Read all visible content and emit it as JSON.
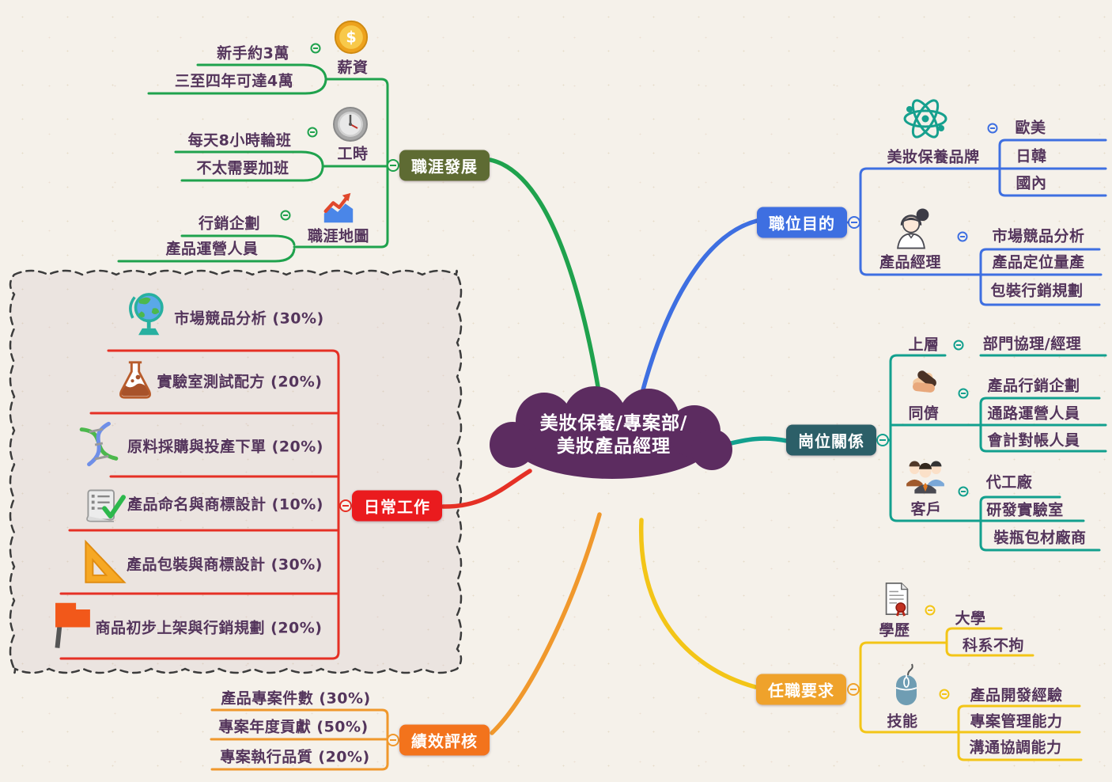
{
  "center": {
    "title_line1": "美妝保養/專案部/",
    "title_line2": "美妝產品經理",
    "color": "#5c2c60"
  },
  "branches": {
    "career": {
      "label": "職涯發展",
      "box_color": "#5e6b33",
      "line_color": "#1fa24d",
      "topics": {
        "salary": {
          "label": "薪資",
          "icon": "coin-icon",
          "children": [
            "新手約3萬",
            "三至四年可達4萬"
          ]
        },
        "hours": {
          "label": "工時",
          "icon": "clock-icon",
          "children": [
            "每天8小時輪班",
            "不太需要加班"
          ]
        },
        "map": {
          "label": "職涯地圖",
          "icon": "career-chart-icon",
          "children": [
            "行銷企劃",
            "產品運營人員"
          ]
        }
      }
    },
    "purpose": {
      "label": "職位目的",
      "box_color": "#3e6fe1",
      "line_color": "#3e6fe1",
      "topics": {
        "brand": {
          "label": "美妝保養品牌",
          "icon": "atom-icon",
          "children": [
            "歐美",
            "日韓",
            "國內"
          ]
        },
        "pm": {
          "label": "產品經理",
          "icon": "product-manager-avatar-icon",
          "children": [
            "市場競品分析",
            "產品定位量產",
            "包裝行銷規劃"
          ]
        }
      }
    },
    "relations": {
      "label": "崗位關係",
      "box_color": "#2c5f68",
      "line_color": "#12a08e",
      "topics": {
        "upper": {
          "label": "上層",
          "icon": null,
          "children": [
            "部門協理/經理"
          ]
        },
        "peers": {
          "label": "同儕",
          "icon": "hands-together-icon",
          "children": [
            "產品行銷企劃",
            "通路運營人員",
            "會計對帳人員"
          ]
        },
        "clients": {
          "label": "客戶",
          "icon": "team-icon",
          "children": [
            "代工廠",
            "研發實驗室",
            "裝瓶包材廠商"
          ]
        }
      }
    },
    "requirements": {
      "label": "任職要求",
      "box_color": "#efa22b",
      "line_color": "#f3c517",
      "topics": {
        "education": {
          "label": "學歷",
          "icon": "diploma-icon",
          "children": [
            "大學",
            "科系不拘"
          ]
        },
        "skills": {
          "label": "技能",
          "icon": "mouse-icon",
          "children": [
            "產品開發經驗",
            "專案管理能力",
            "溝通協調能力"
          ]
        }
      }
    },
    "performance": {
      "label": "績效評核",
      "box_color": "#f3731c",
      "line_color": "#f0982c",
      "children": [
        "產品專案件數 (30%)",
        "專案年度貢獻 (50%)",
        "專案執行品質 (20%)"
      ]
    },
    "daily": {
      "label": "日常工作",
      "box_color": "#ea1b1e",
      "line_color": "#e53025",
      "items": [
        {
          "icon": "globe-icon",
          "label": "市場競品分析 (30%)"
        },
        {
          "icon": "flask-icon",
          "label": "實驗室測試配方 (20%)"
        },
        {
          "icon": "dna-icon",
          "label": "原料採購與投產下單 (20%)"
        },
        {
          "icon": "scroll-checklist-icon",
          "label": "產品命名與商標設計 (10%)"
        },
        {
          "icon": "set-square-icon",
          "label": "產品包裝與商標設計 (30%)"
        },
        {
          "icon": "flag-icon",
          "label": "商品初步上架與行銷規劃 (20%)"
        }
      ]
    }
  }
}
